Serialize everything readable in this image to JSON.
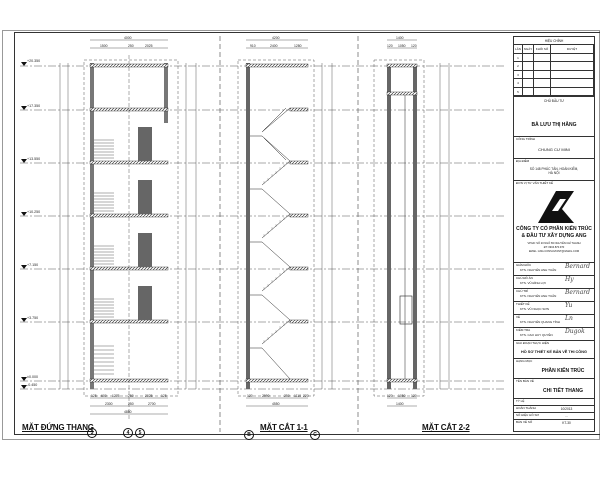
{
  "drawing": {
    "views": [
      {
        "id": "elevation",
        "title": "MẶT ĐỨNG THANG",
        "grid_bubbles": [
          "3",
          "4",
          "5"
        ]
      },
      {
        "id": "section11",
        "title": "MẶT CẮT 1-1",
        "grid_bubbles": [
          "B",
          "C"
        ]
      },
      {
        "id": "section22",
        "title": "MẶT CẮT 2-2"
      }
    ],
    "levels": [
      "+20.350",
      "+17.350",
      "+13.550",
      "+10.250",
      "+7.150",
      "+3.750",
      "±0.000",
      "-0.450"
    ],
    "elevation_dims": {
      "top_total": "4000",
      "top_parts": [
        "1500",
        "250",
        "2025"
      ],
      "bottom_parts": [
        "125",
        "600",
        "1275",
        "250",
        "2025",
        "125"
      ],
      "bottom_mid": [
        "2300",
        "250",
        "2700"
      ],
      "bottom_total": "4850",
      "vertical": [
        "2700",
        "3400",
        "3400",
        "3400",
        "3400",
        "3400",
        "3750"
      ],
      "landing_note": [
        "1400",
        "425",
        "300",
        "425",
        "150"
      ]
    },
    "section11_dims": {
      "top_total": "4200",
      "top_parts": [
        "910",
        "2400",
        "1280"
      ],
      "bottom_parts": [
        "120",
        "2990",
        "250",
        "1110",
        "220"
      ],
      "bottom_total": "4550",
      "vertical": [
        "2700",
        "3400",
        "3400",
        "3400",
        "3400",
        "3400",
        "3400"
      ]
    },
    "section22_dims": {
      "top_total": "1400",
      "top_parts": [
        "120",
        "1050",
        "120"
      ],
      "bottom_parts": [
        "120",
        "1050",
        "120"
      ],
      "bottom_total": "1400",
      "vertical": [
        "2700",
        "3400",
        "3400",
        "3400",
        "3400",
        "3400",
        "3400"
      ]
    }
  },
  "title_block": {
    "revision_header": "HIỆU CHỈNH",
    "revision_cols": [
      "LẦN",
      "NGÀY",
      "KHỐI SỐ",
      "DUYỆT"
    ],
    "revision_rows": [
      "1",
      "2",
      "3",
      "4",
      "5"
    ],
    "owner_label": "CHỦ ĐẦU TƯ",
    "owner": "BÀ LƯU THỊ HẰNG",
    "project_label": "CÔNG TRÌNH",
    "project": "CHUNG CƯ MINI",
    "site_label": "ĐỊA ĐIỂM",
    "site": "SỐ 148 PHÚC TÂN, HOÀN KIẾM, HÀ NỘI",
    "designer_label": "ĐƠN VỊ TƯ VẤN THIẾT KẾ",
    "company_line1": "CÔNG TY CỔ PHẦN KIẾN TRÚC",
    "company_line2": "& ĐẦU TƯ XÂY DỰNG ANG",
    "company_info": [
      "VPGD: SỐ 20 NGÕ 83 NGUYỄN CHÍ THANH",
      "ĐT: 0904.870.970",
      "EMAIL: ANG.CONSULTANT@GMAIL.COM"
    ],
    "staff": [
      {
        "role": "GIÁM ĐỐC",
        "name": "KTS. NGUYỄN ANH TUẤN",
        "sig": "Bernard"
      },
      {
        "role": "CHỦ ĐỒ ÁN",
        "name": "KTS. VŨ ĐÌNH LỢI",
        "sig": "Hy"
      },
      {
        "role": "CHỦ TRÌ",
        "name": "KTS. NGUYỄN ANH TUẤN",
        "sig": "Bernard"
      },
      {
        "role": "THIẾT KẾ",
        "name": "KTS. VŨ NGỌC SƠN",
        "sig": "Yu"
      },
      {
        "role": "VẼ",
        "name": "KTS. NGUYỄN QUANG TÍNH",
        "sig": "Ln"
      },
      {
        "role": "KIỂM TRA",
        "name": "KTS. CAO HUY QUYỀN",
        "sig": "Dugok"
      }
    ],
    "phase_label": "GIAI ĐOẠN THỰC HIỆN",
    "phase": "HỒ SƠ THIẾT KẾ BẢN VẼ THI CÔNG",
    "category_label": "HẠNG MỤC",
    "category": "PHẦN KIẾN TRÚC",
    "sheet_name_label": "TÊN BẢN VẼ",
    "sheet_name": "CHI TIẾT THANG",
    "meta": [
      {
        "label": "TỶ LỆ",
        "value": ""
      },
      {
        "label": "HOÀN THÀNH",
        "value": "10/2013"
      },
      {
        "label": "SỐ HIỆU HỒ SƠ",
        "value": "..."
      },
      {
        "label": "BẢN VẼ SỐ",
        "value": "KT-30"
      }
    ]
  }
}
